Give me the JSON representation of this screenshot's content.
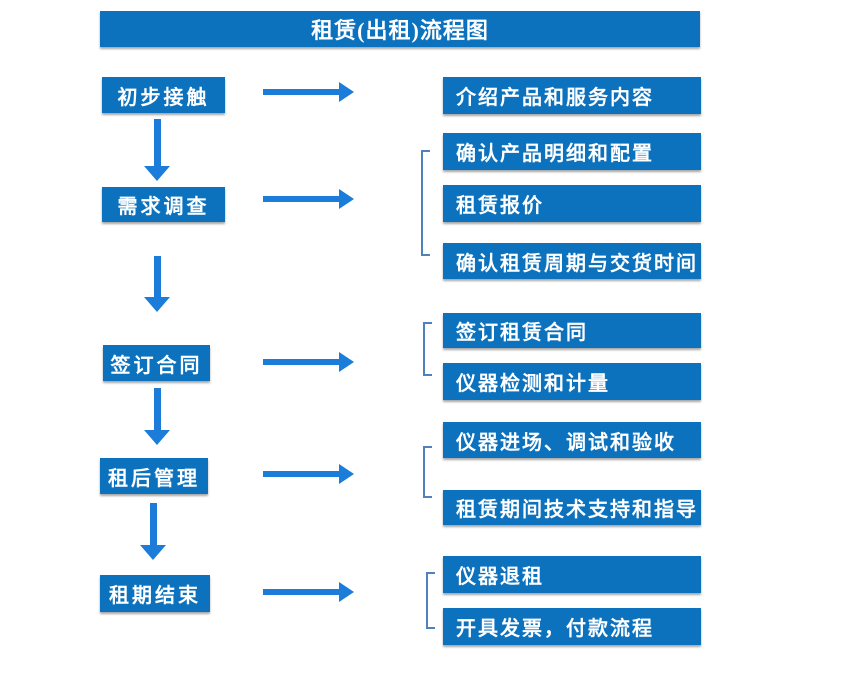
{
  "title": "租赁(出租)流程图",
  "stages": [
    {
      "label": "初步接触",
      "details": [
        "介绍产品和服务内容"
      ]
    },
    {
      "label": "需求调查",
      "details": [
        "确认产品明细和配置",
        "租赁报价",
        "确认租赁周期与交货时间"
      ]
    },
    {
      "label": "签订合同",
      "details": [
        "签订租赁合同",
        "仪器检测和计量"
      ]
    },
    {
      "label": "租后管理",
      "details": [
        "仪器进场、调试和验收",
        "租赁期间技术支持和指导"
      ]
    },
    {
      "label": "租期结束",
      "details": [
        "仪器退租",
        "开具发票，付款流程"
      ]
    }
  ],
  "colors": {
    "box": "#0d72be",
    "arrow": "#1b7cd9",
    "bracket": "#4f81bd",
    "text": "#ffffff",
    "background": "#ffffff"
  }
}
